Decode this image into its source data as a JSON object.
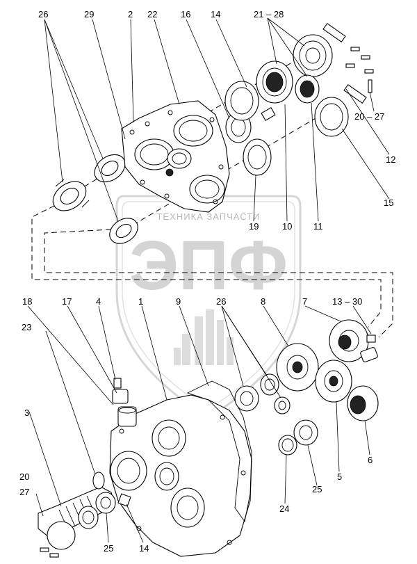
{
  "watermark": {
    "brand_line": "ТЕХНИКА ЗАПЧАСТИ",
    "logo_letters": "ЭПФ"
  },
  "callouts": [
    {
      "id": "c26a",
      "text": "26"
    },
    {
      "id": "c29",
      "text": "29"
    },
    {
      "id": "c2",
      "text": "2"
    },
    {
      "id": "c22",
      "text": "22"
    },
    {
      "id": "c16",
      "text": "16"
    },
    {
      "id": "c14a",
      "text": "14"
    },
    {
      "id": "c21_28",
      "text": "21 – 28"
    },
    {
      "id": "c20_27a",
      "text": "20 – 27"
    },
    {
      "id": "c12",
      "text": "12"
    },
    {
      "id": "c15",
      "text": "15"
    },
    {
      "id": "c19",
      "text": "19"
    },
    {
      "id": "c10",
      "text": "10"
    },
    {
      "id": "c11",
      "text": "11"
    },
    {
      "id": "c18",
      "text": "18"
    },
    {
      "id": "c17",
      "text": "17"
    },
    {
      "id": "c4",
      "text": "4"
    },
    {
      "id": "c1",
      "text": "1"
    },
    {
      "id": "c9",
      "text": "9"
    },
    {
      "id": "c26b",
      "text": "26"
    },
    {
      "id": "c8",
      "text": "8"
    },
    {
      "id": "c7",
      "text": "7"
    },
    {
      "id": "c13_30",
      "text": "13 – 30"
    },
    {
      "id": "c23",
      "text": "23"
    },
    {
      "id": "c3",
      "text": "3"
    },
    {
      "id": "c5",
      "text": "5"
    },
    {
      "id": "c6",
      "text": "6"
    },
    {
      "id": "c20",
      "text": "20"
    },
    {
      "id": "c27",
      "text": "27"
    },
    {
      "id": "c25a",
      "text": "25"
    },
    {
      "id": "c24",
      "text": "24"
    },
    {
      "id": "c25b",
      "text": "25"
    },
    {
      "id": "c14b",
      "text": "14"
    }
  ]
}
